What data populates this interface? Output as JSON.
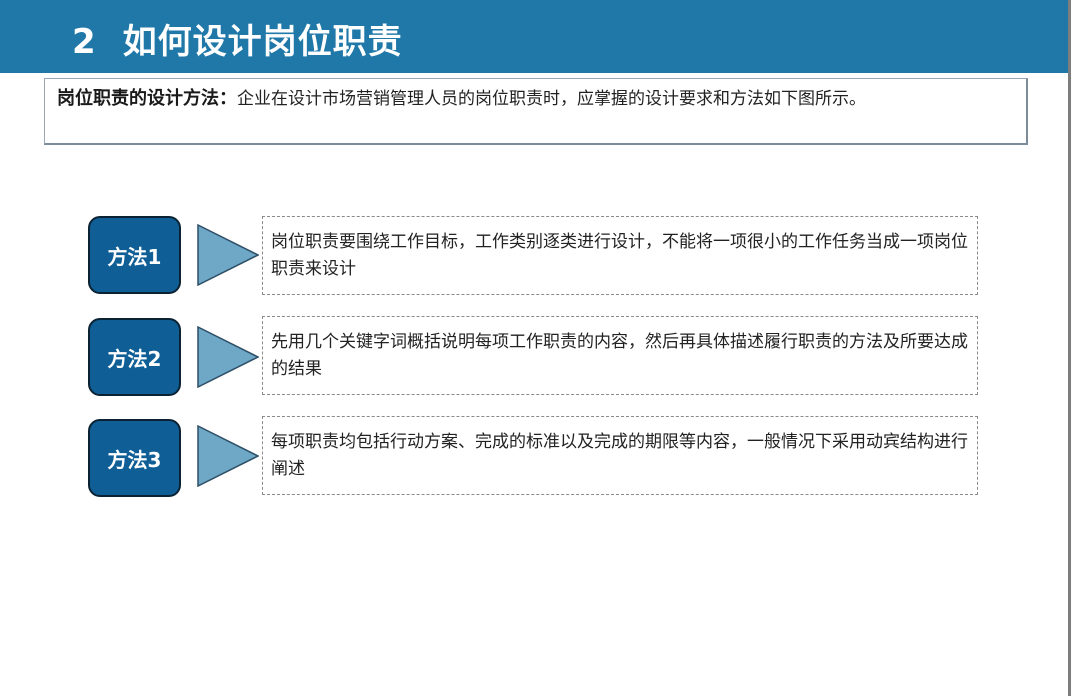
{
  "header": {
    "number": "2",
    "title": "如何设计岗位职责",
    "background_color": "#1f78a8"
  },
  "intro": {
    "lead": "岗位职责的设计方法：",
    "text": "企业在设计市场营销管理人员的岗位职责时，应掌握的设计要求和方法如下图所示。"
  },
  "methods": [
    {
      "label": "方法1",
      "icon": "triangle-arrow-icon",
      "description": "岗位职责要围绕工作目标，工作类别逐类进行设计，不能将一项很小的工作任务当成一项岗位职责来设计"
    },
    {
      "label": "方法2",
      "icon": "triangle-arrow-icon",
      "description": "先用几个关键字词概括说明每项工作职责的内容，然后再具体描述履行职责的方法及所要达成的结果"
    },
    {
      "label": "方法3",
      "icon": "triangle-arrow-icon",
      "description": "每项职责均包括行动方案、完成的标准以及完成的期限等内容，一般情况下采用动宾结构进行阐述"
    }
  ],
  "colors": {
    "method_fill": "#0f5f96",
    "arrow_fill": "#6fa7c6",
    "dashed_border": "#8a8a8a"
  }
}
